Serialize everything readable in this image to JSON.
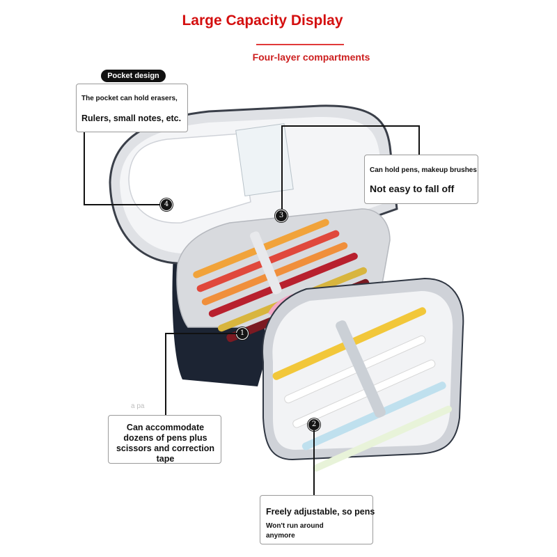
{
  "title": "Large Capacity Display",
  "subtitle": "Four-layer compartments",
  "pocket_tag": "Pocket design",
  "callouts": {
    "pocket": {
      "line1": "The pocket can hold erasers,",
      "line2": "Rulers, small notes, etc."
    },
    "pens": {
      "line1": "Can hold pens, makeup brushes",
      "line2": "Not easy to fall off"
    },
    "dozens": {
      "text": "Can accommodate dozens of pens plus scissors and correction tape"
    },
    "adjustable": {
      "line1": "Freely adjustable, so pens",
      "line2": "Won't run around anymore"
    }
  },
  "markers": {
    "m1": "1",
    "m2": "2",
    "m3": "3",
    "m4": "4"
  },
  "watermark_fragment": "a pa",
  "colors": {
    "title": "#d40f0f",
    "case_shell": "#1c2433",
    "case_lining": "#e9eaed",
    "pen_orange": "#f1a33a",
    "pen_red": "#e0483c",
    "pen_yellow": "#f2c73a",
    "pen_pastel_blue": "#bfe0ee",
    "scissors": "#f3a7c6"
  }
}
